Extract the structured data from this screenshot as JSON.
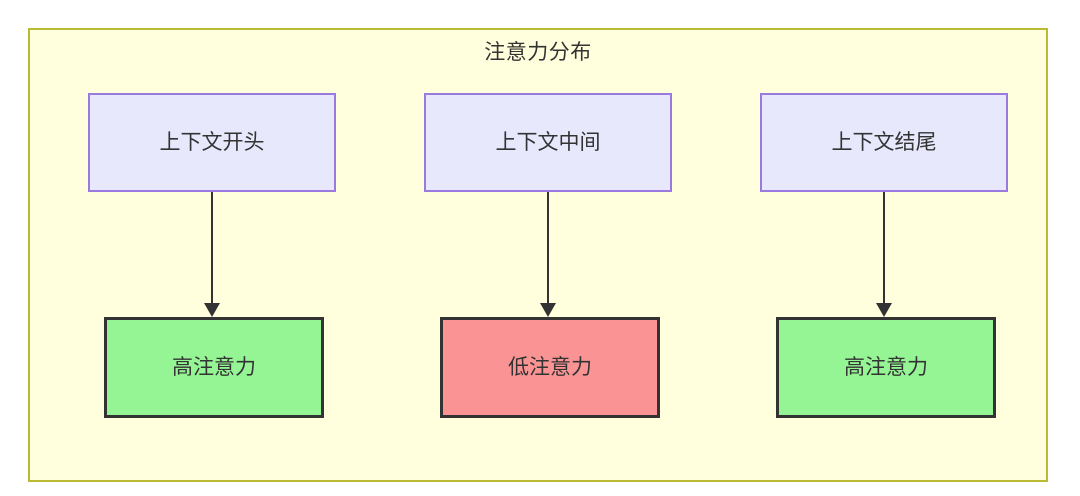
{
  "diagram": {
    "title": "注意力分布",
    "container": {
      "background_color": "#ffffdd",
      "border_color": "#bbbb33"
    },
    "context_nodes": [
      {
        "label": "上下文开头",
        "fill": "#e8e8fc",
        "border": "#9a7ae0"
      },
      {
        "label": "上下文中间",
        "fill": "#e8e8fc",
        "border": "#9a7ae0"
      },
      {
        "label": "上下文结尾",
        "fill": "#e8e8fc",
        "border": "#9a7ae0"
      }
    ],
    "attention_nodes": [
      {
        "label": "高注意力",
        "fill": "#95f595",
        "border": "#333333",
        "level": "high"
      },
      {
        "label": "低注意力",
        "fill": "#fa9494",
        "border": "#333333",
        "level": "low"
      },
      {
        "label": "高注意力",
        "fill": "#95f595",
        "border": "#333333",
        "level": "high"
      }
    ],
    "edges": [
      {
        "from": "上下文开头",
        "to": "高注意力"
      },
      {
        "from": "上下文中间",
        "to": "低注意力"
      },
      {
        "from": "上下文结尾",
        "to": "高注意力"
      }
    ]
  }
}
